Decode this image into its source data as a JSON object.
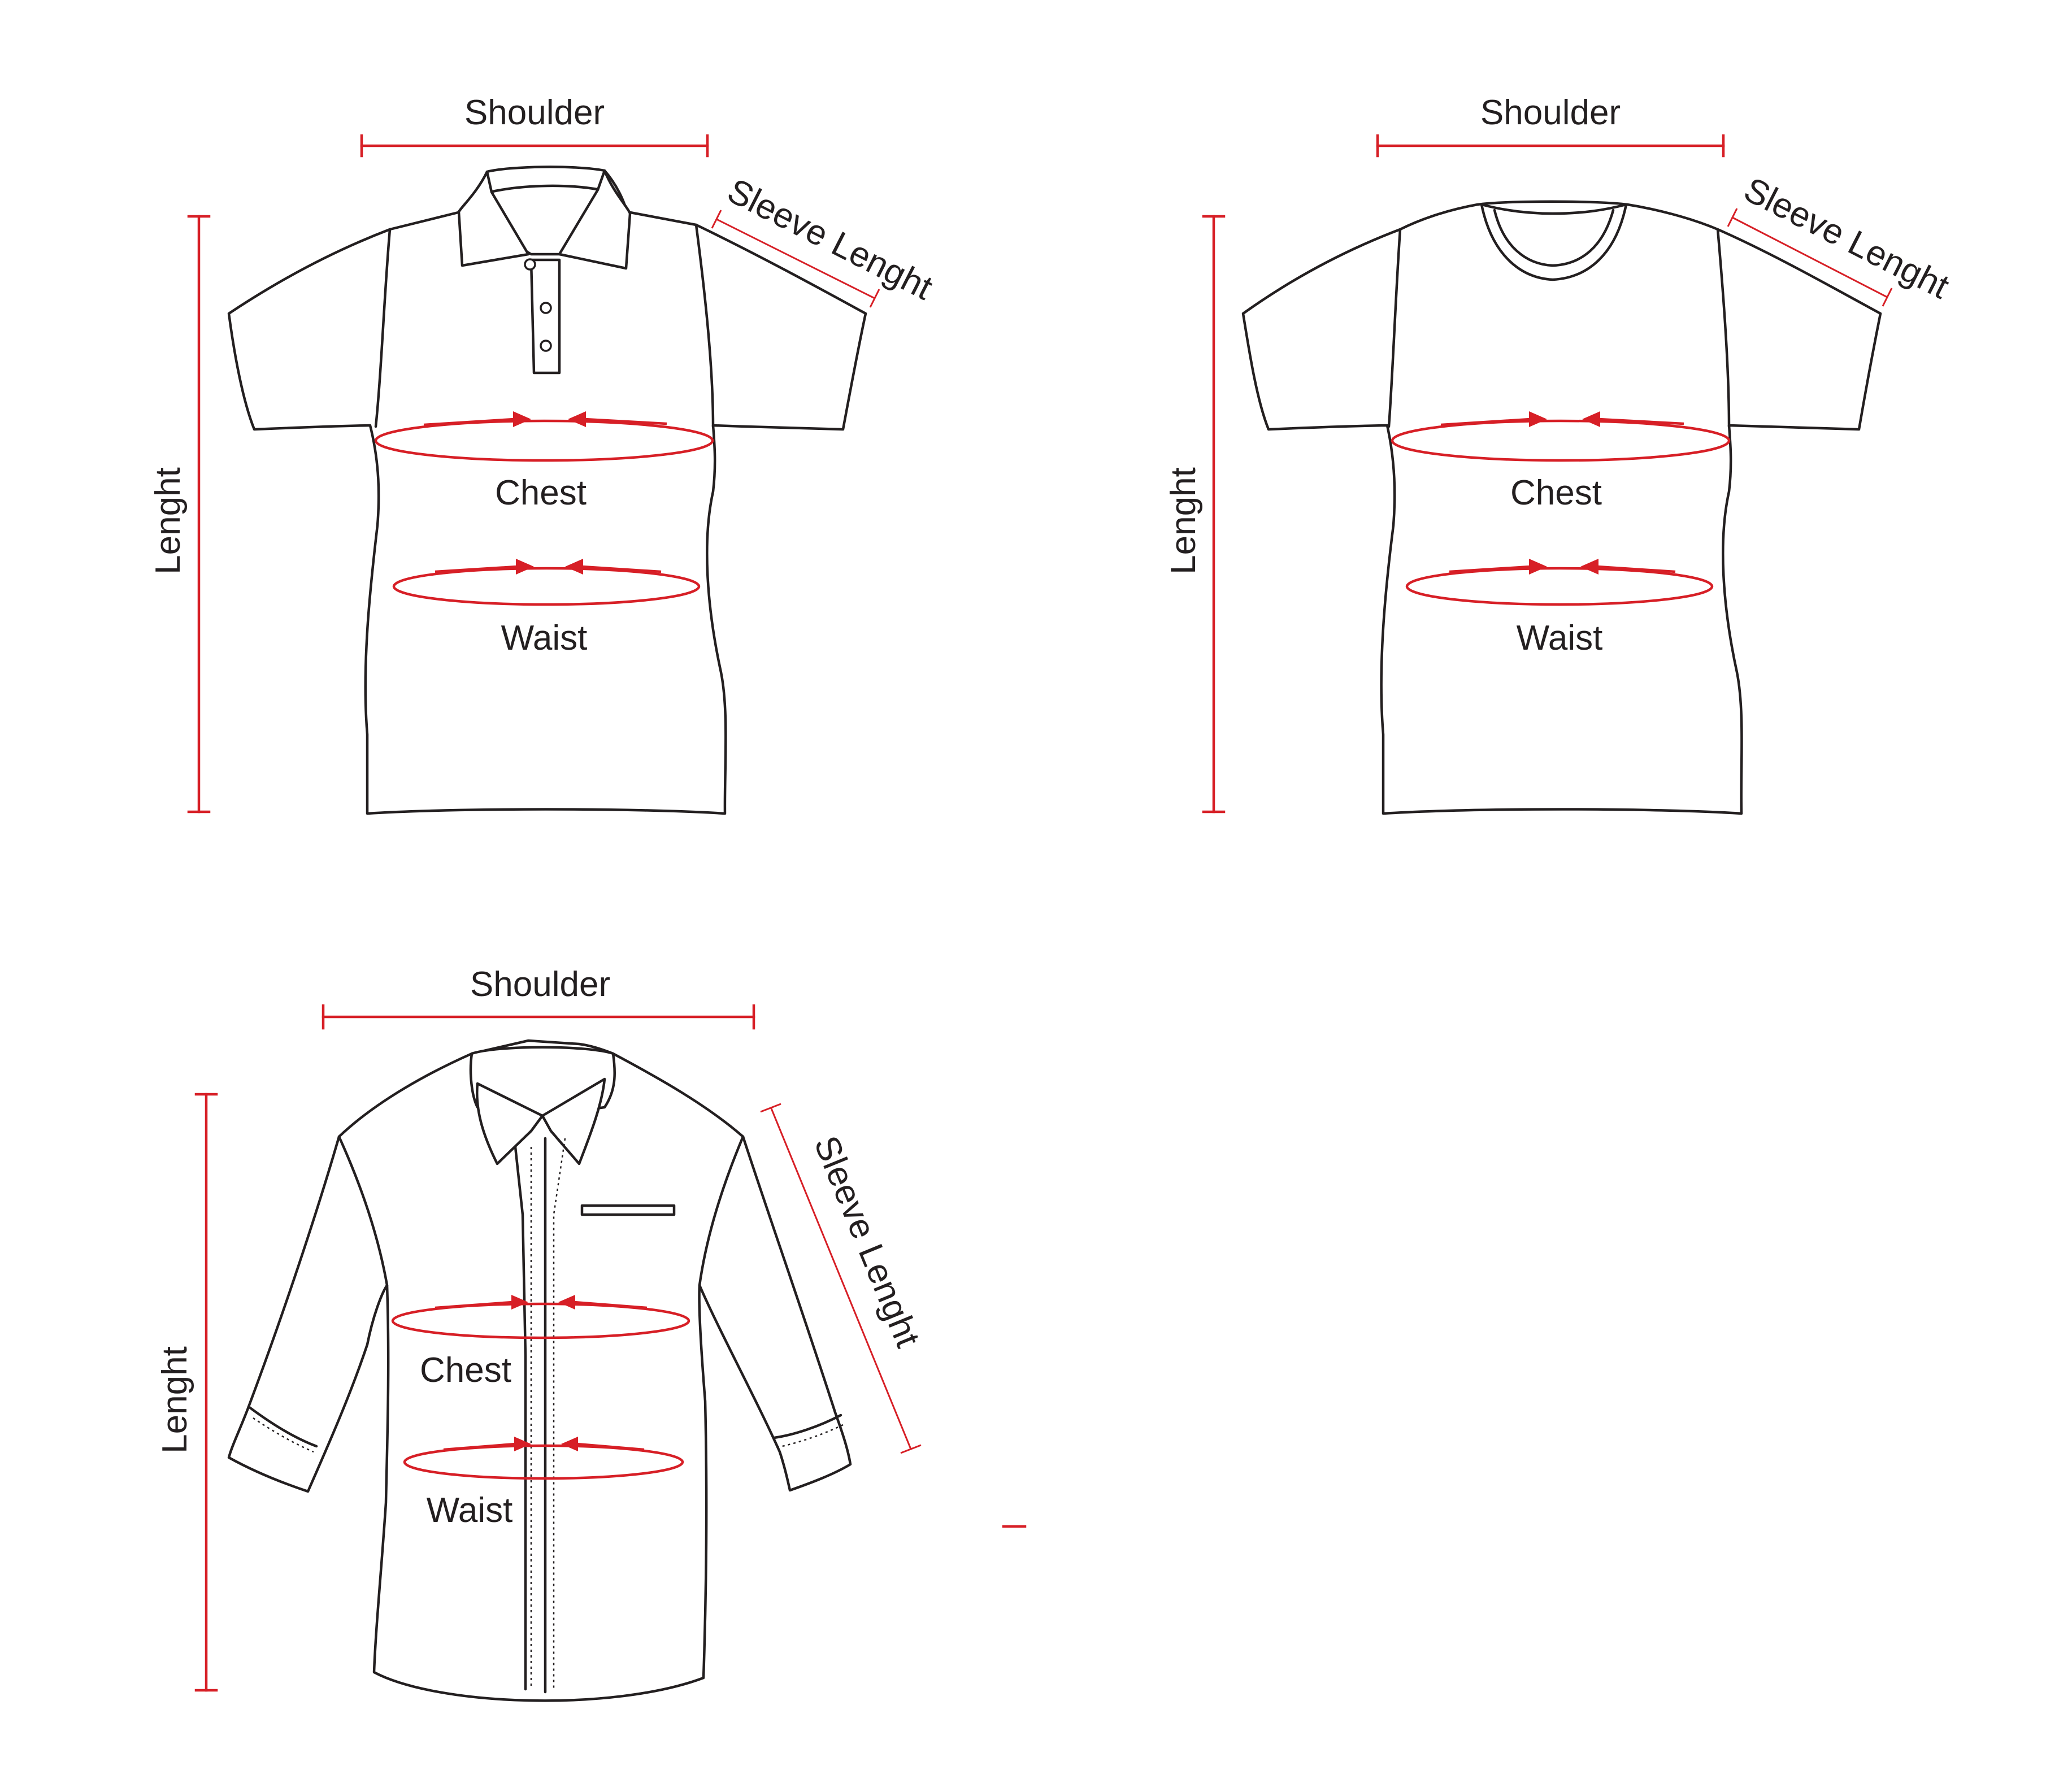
{
  "colors": {
    "outline": "#231f20",
    "measure": "#d71f26",
    "background": "#ffffff"
  },
  "garments": [
    {
      "id": "polo-shirt",
      "labels": {
        "shoulder": "Shoulder",
        "sleeve": "Sleeve Lenght",
        "length": "Lenght",
        "chest": "Chest",
        "waist": "Waist"
      }
    },
    {
      "id": "t-shirt",
      "labels": {
        "shoulder": "Shoulder",
        "sleeve": "Sleeve Lenght",
        "length": "Lenght",
        "chest": "Chest",
        "waist": "Waist"
      }
    },
    {
      "id": "button-shirt",
      "labels": {
        "shoulder": "Shoulder",
        "sleeve": "Sleeve Lenght",
        "length": "Lenght",
        "chest": "Chest",
        "waist": "Waist"
      }
    }
  ]
}
